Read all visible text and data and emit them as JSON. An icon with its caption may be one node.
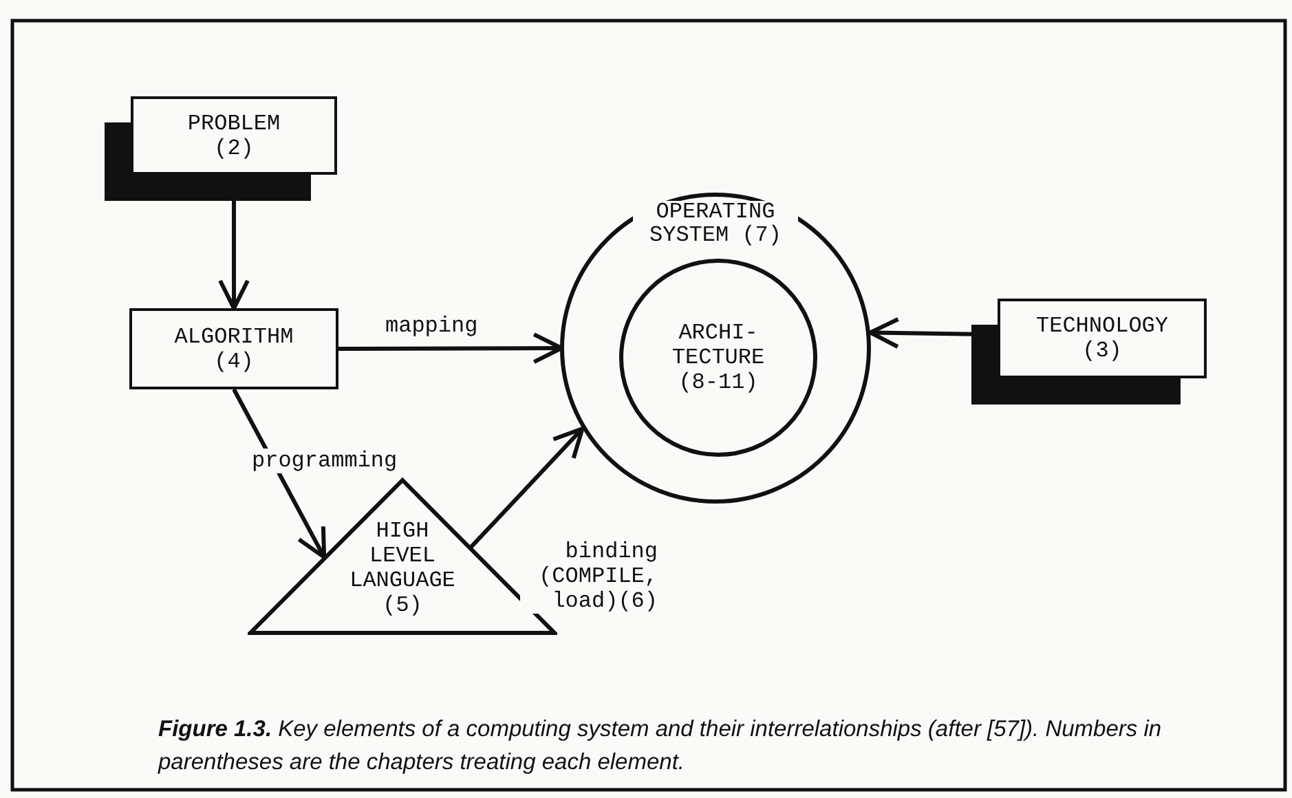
{
  "diagram": {
    "caption": "**Figure 1.3.**  Key elements of a computing system and their interrelationships (after [57]). Numbers in parentheses are the chapters treating each element.",
    "nodes": [
      {
        "text": [
          "PROBLEM (2)"
        ]
      },
      {
        "text": [
          "ALGORITHM (4)"
        ]
      },
      {
        "text": [
          "OPERATING SYSTEM (7)"
        ]
      },
      {
        "text": [
          "ARCHI- TECTURE (8-11)"
        ],
        "in": 2
      },
      {
        "text": [
          "TECHNOLOGY (3)"
        ]
      },
      {
        "text": [
          "HIGH LEVEL LANGUAGE (5)"
        ]
      }
    ],
    "edges": [
      {
        "from": 0,
        "to": 1,
        "arrow": "to"
      },
      {
        "from": 1,
        "to": 2,
        "label": "mapping",
        "arrow": "to"
      },
      {
        "from": 4,
        "to": 2,
        "arrow": "to"
      },
      {
        "from": 1,
        "to": 5,
        "label": "programming",
        "arrow": "to"
      },
      {
        "from": 5,
        "to": 2,
        "label": "binding (COMPILE, load)(6)",
        "arrow": "to"
      }
    ]
  }
}
